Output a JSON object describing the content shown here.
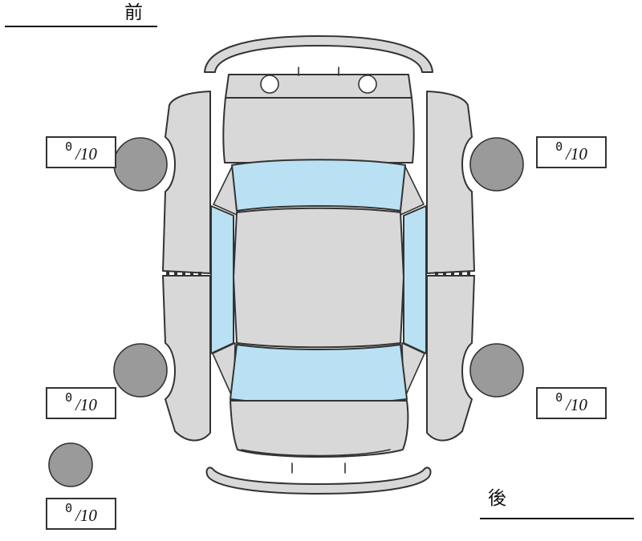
{
  "orientation_labels": {
    "front": "前",
    "rear": "後"
  },
  "tread_scores": {
    "front_left": {
      "value": "0",
      "max": "/10"
    },
    "front_right": {
      "value": "0",
      "max": "/10"
    },
    "rear_left": {
      "value": "0",
      "max": "/10"
    },
    "rear_right": {
      "value": "0",
      "max": "/10"
    },
    "spare": {
      "value": "0",
      "max": "/10"
    }
  },
  "colors": {
    "body": "#d8d8d8",
    "window": "#b9e1f3",
    "wheel": "#9a9a9a",
    "outline": "#333333",
    "text": "#111111",
    "background": "#ffffff"
  }
}
